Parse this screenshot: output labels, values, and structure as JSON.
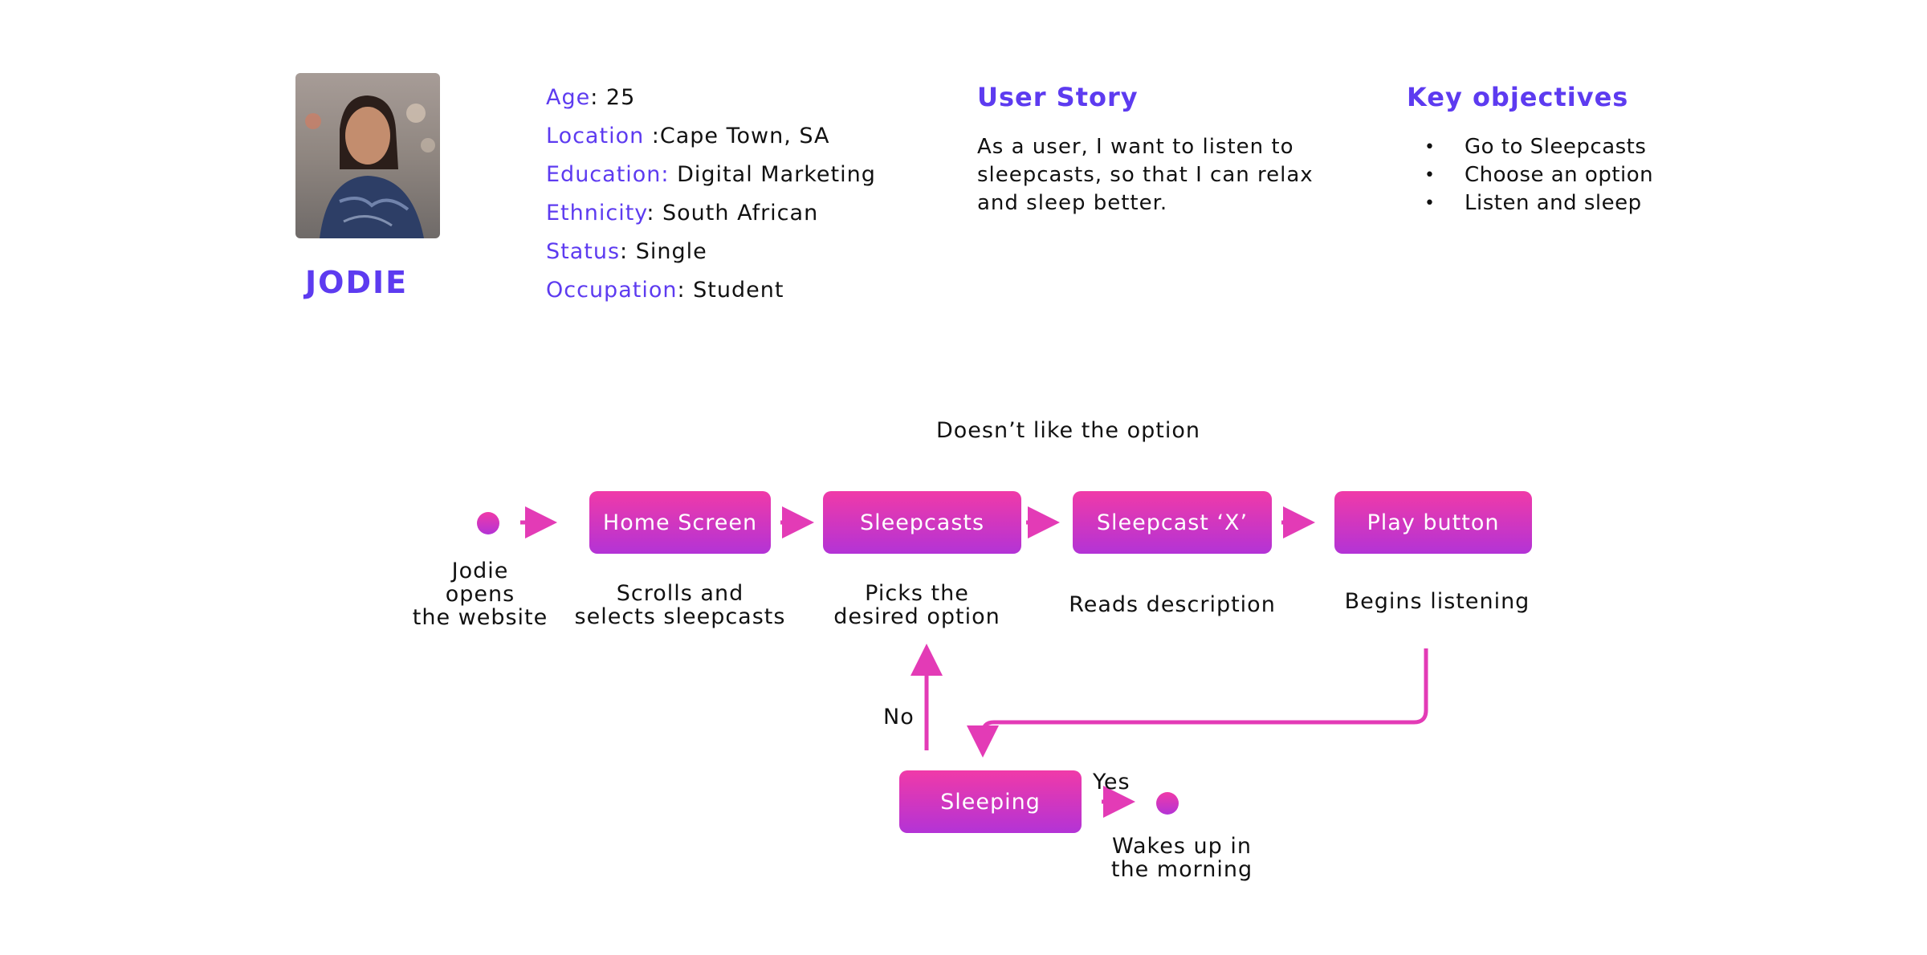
{
  "persona": {
    "name": "JODIE",
    "attributes": [
      {
        "label": "Age",
        "sep": ": ",
        "value": "25"
      },
      {
        "label": "Location ",
        "sep": ":",
        "value": "Cape Town, SA"
      },
      {
        "label": "Education:",
        "sep": " ",
        "value": "Digital Marketing"
      },
      {
        "label": "Ethnicity",
        "sep": ": ",
        "value": "South African"
      },
      {
        "label": "Status",
        "sep": ": ",
        "value": "Single"
      },
      {
        "label": "Occupation",
        "sep": ": ",
        "value": "Student"
      }
    ]
  },
  "user_story": {
    "heading": "User Story",
    "text": "As a user, I want to listen to sleepcasts, so that I can relax and sleep better."
  },
  "key_objectives": {
    "heading": "Key objectives",
    "items": [
      "Go to Sleepcasts",
      "Choose an option",
      "Listen and sleep"
    ]
  },
  "flow": {
    "loop_label": "Doesn’t like the option",
    "nodes": {
      "home": "Home Screen",
      "sleepcasts": "Sleepcasts",
      "sleepcast_x": "Sleepcast ‘X’",
      "play": "Play button",
      "sleeping": "Sleeping"
    },
    "captions": {
      "start": [
        "Jodie",
        "opens",
        "the website"
      ],
      "home": [
        "Scrolls and",
        "selects sleepcasts"
      ],
      "sleepcasts": [
        "Picks the",
        "desired option"
      ],
      "sleepcast_x": [
        "Reads description"
      ],
      "play": [
        "Begins listening"
      ],
      "end": [
        "Wakes up in",
        "the morning"
      ]
    },
    "no_label": "No",
    "yes_label": "Yes",
    "accent": "#f03aa8",
    "accent_end": "#b333d6",
    "heading_color": "#5d3bf0"
  }
}
